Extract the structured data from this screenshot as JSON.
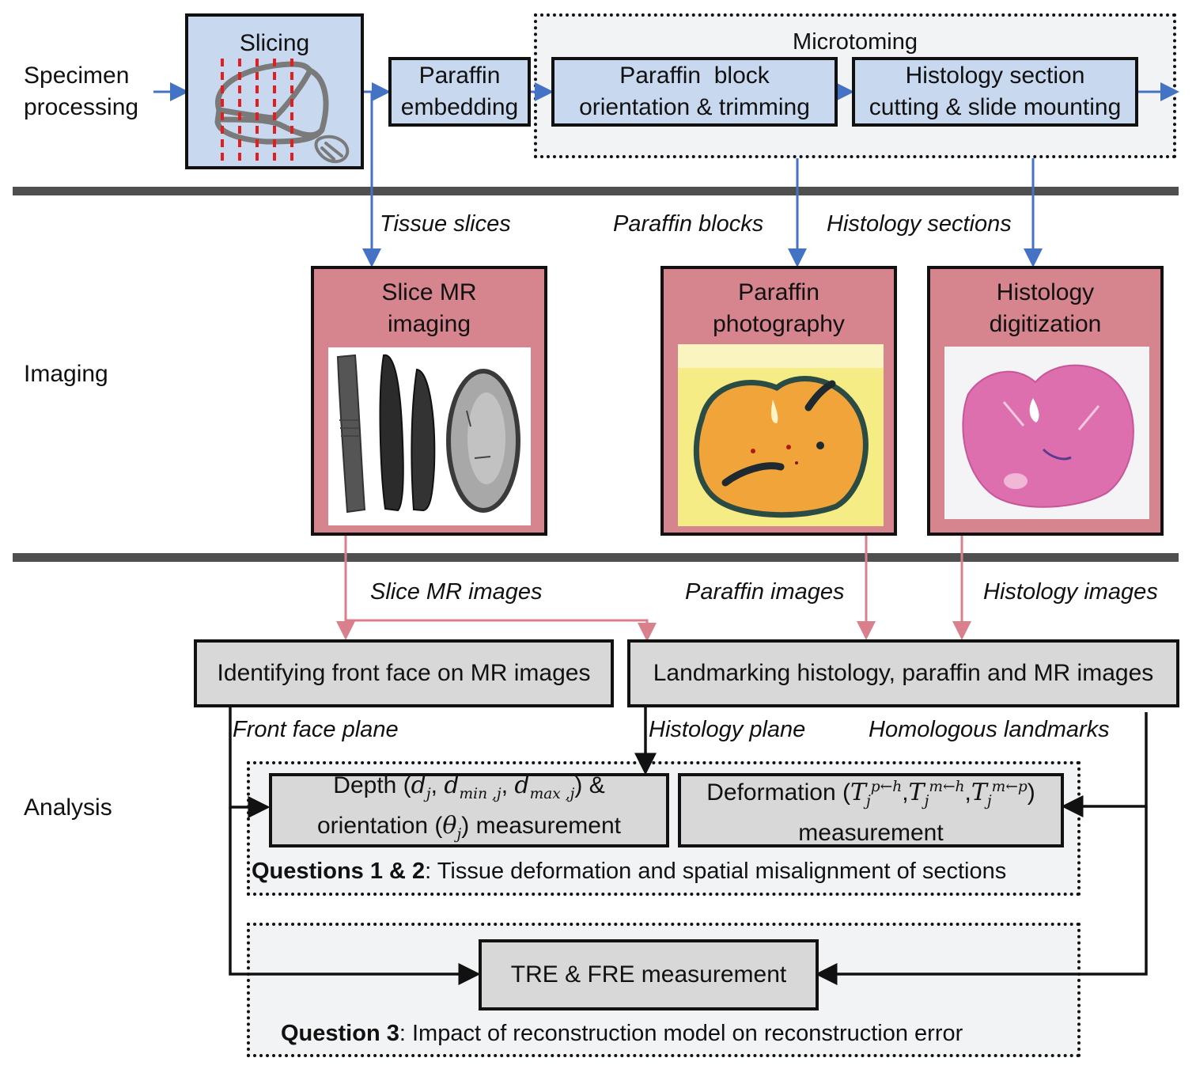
{
  "stages": {
    "specimen_processing": "Specimen\nprocessing",
    "specimen_line1": "Specimen",
    "specimen_line2": "processing",
    "imaging": "Imaging",
    "analysis": "Analysis"
  },
  "specimen_processing": {
    "slicing": {
      "label": "Slicing",
      "icon": "tissue-slicing-illustration"
    },
    "paraffin_embedding": {
      "line1": "Paraffin",
      "line2": "embedding"
    },
    "microtoming": {
      "title": "Microtoming",
      "block_orientation": {
        "line1": "Paraffin  block",
        "line2": "orientation & trimming"
      },
      "section_cutting": {
        "line1": "Histology section",
        "line2": "cutting & slide mounting"
      }
    }
  },
  "imaging": {
    "flow_labels": {
      "tissue_slices": "Tissue slices",
      "paraffin_blocks": "Paraffin blocks",
      "histology_sections": "Histology sections"
    },
    "slice_mr": {
      "line1": "Slice MR",
      "line2": "imaging",
      "image": "mr-slice-images"
    },
    "paraffin_photo": {
      "line1": "Paraffin",
      "line2": "photography",
      "image": "paraffin-block-photo"
    },
    "histology_digitization": {
      "line1": "Histology",
      "line2": "digitization",
      "image": "he-stained-histology-section"
    }
  },
  "analysis": {
    "flow_labels": {
      "slice_mr_images": "Slice MR images",
      "paraffin_images": "Paraffin images",
      "histology_images": "Histology images",
      "front_face_plane": "Front face plane",
      "histology_plane": "Histology plane",
      "homologous_landmarks": "Homologous landmarks"
    },
    "identify_front_face": "Identifying front face on MR images",
    "landmarking": "Landmarking histology, paraffin and MR images",
    "depth_box": {
      "prefix": "Depth (",
      "d": "d",
      "j": "j",
      "min_j": "min ,j",
      "max_j": "max ,j",
      "suffix": ") &",
      "line2_prefix": "orientation (",
      "theta": "θ",
      "line2_suffix": ") measurement"
    },
    "deformation_box": {
      "prefix": "Deformation (",
      "T": "T",
      "j": "j",
      "sup1": "p←h",
      "sup2": "m←h",
      "sup3": "m←p",
      "suffix": ")",
      "line2": "measurement"
    },
    "questions_1_2": {
      "bold": "Questions 1 & 2",
      "text": ": Tissue deformation and spatial misalignment of sections"
    },
    "tre_fre": "TRE & FRE measurement",
    "question_3": {
      "bold": "Question 3",
      "text": ": Impact of reconstruction model on reconstruction error"
    }
  },
  "colors": {
    "blue_arrow": "#4472c4",
    "pink_arrow": "#d9808c",
    "blue_box": "#c8d9ef",
    "pink_box": "#d6848e",
    "grey_box": "#d8d8d8",
    "separator": "#4f4f4f",
    "slice_lines": "#e02020"
  }
}
